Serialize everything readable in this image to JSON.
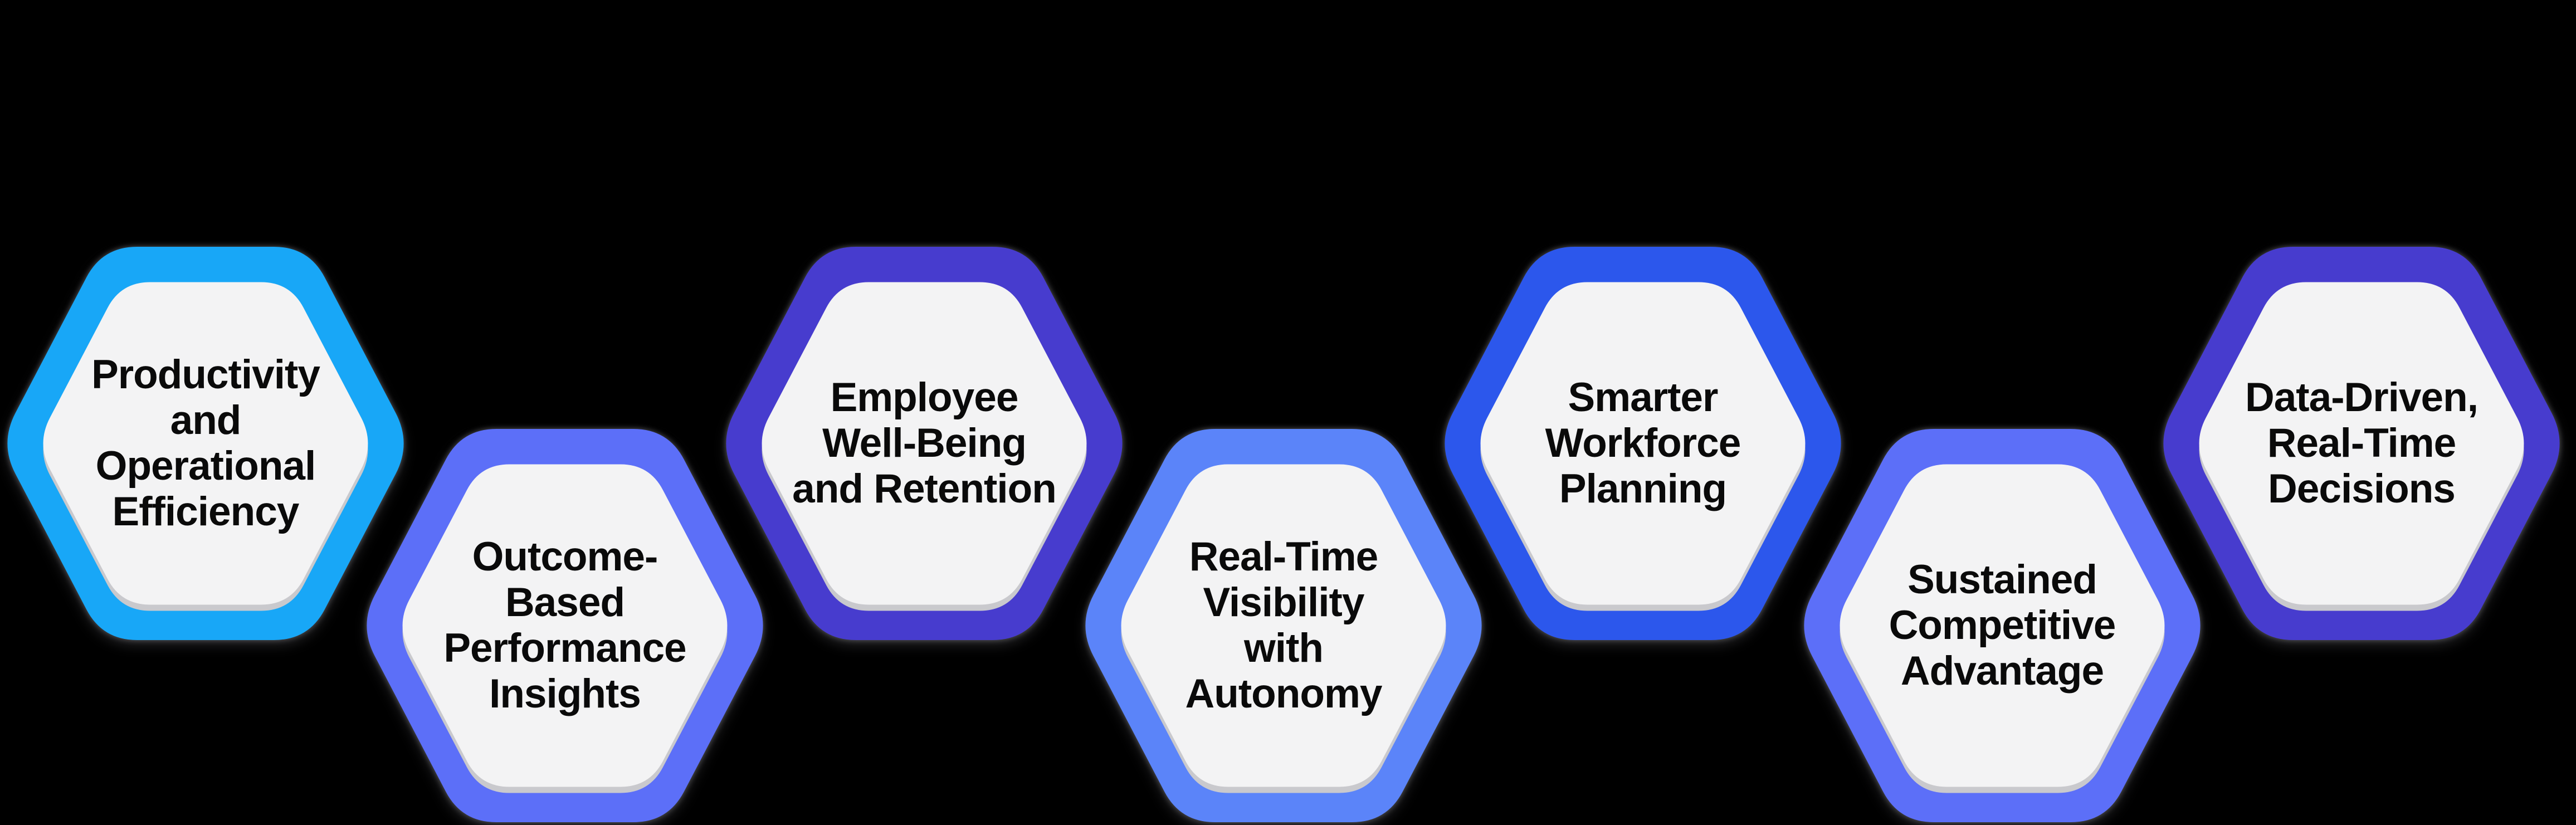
{
  "diagram": {
    "type": "hexagon-benefit-chain",
    "background": "#000000",
    "tile_fill": "#F3F3F4",
    "tile_shadow": "#C9C9CD",
    "label_color": "#0A0A0A",
    "items": [
      {
        "name": "productivity-operational-efficiency",
        "row": "top",
        "color": "#18A7F7",
        "label": "Productivity\nand\nOperational\nEfficiency"
      },
      {
        "name": "outcome-based-performance-insights",
        "row": "bottom",
        "color": "#5C6FF8",
        "label": "Outcome-\nBased\nPerformance\nInsights"
      },
      {
        "name": "employee-well-being-retention",
        "row": "top",
        "color": "#473CCE",
        "label": "Employee\nWell-Being\nand Retention"
      },
      {
        "name": "real-time-visibility-autonomy",
        "row": "bottom",
        "color": "#5B84F9",
        "label": "Real-Time\nVisibility\nwith\nAutonomy"
      },
      {
        "name": "smarter-workforce-planning",
        "row": "top",
        "color": "#2C57EC",
        "label": "Smarter\nWorkforce\nPlanning"
      },
      {
        "name": "sustained-competitive-advantage",
        "row": "bottom",
        "color": "#5C6FF8",
        "label": "Sustained\nCompetitive\nAdvantage"
      },
      {
        "name": "data-driven-real-time-decisions",
        "row": "top",
        "color": "#473CCE",
        "label": "Data-Driven,\nReal-Time\nDecisions"
      }
    ]
  }
}
